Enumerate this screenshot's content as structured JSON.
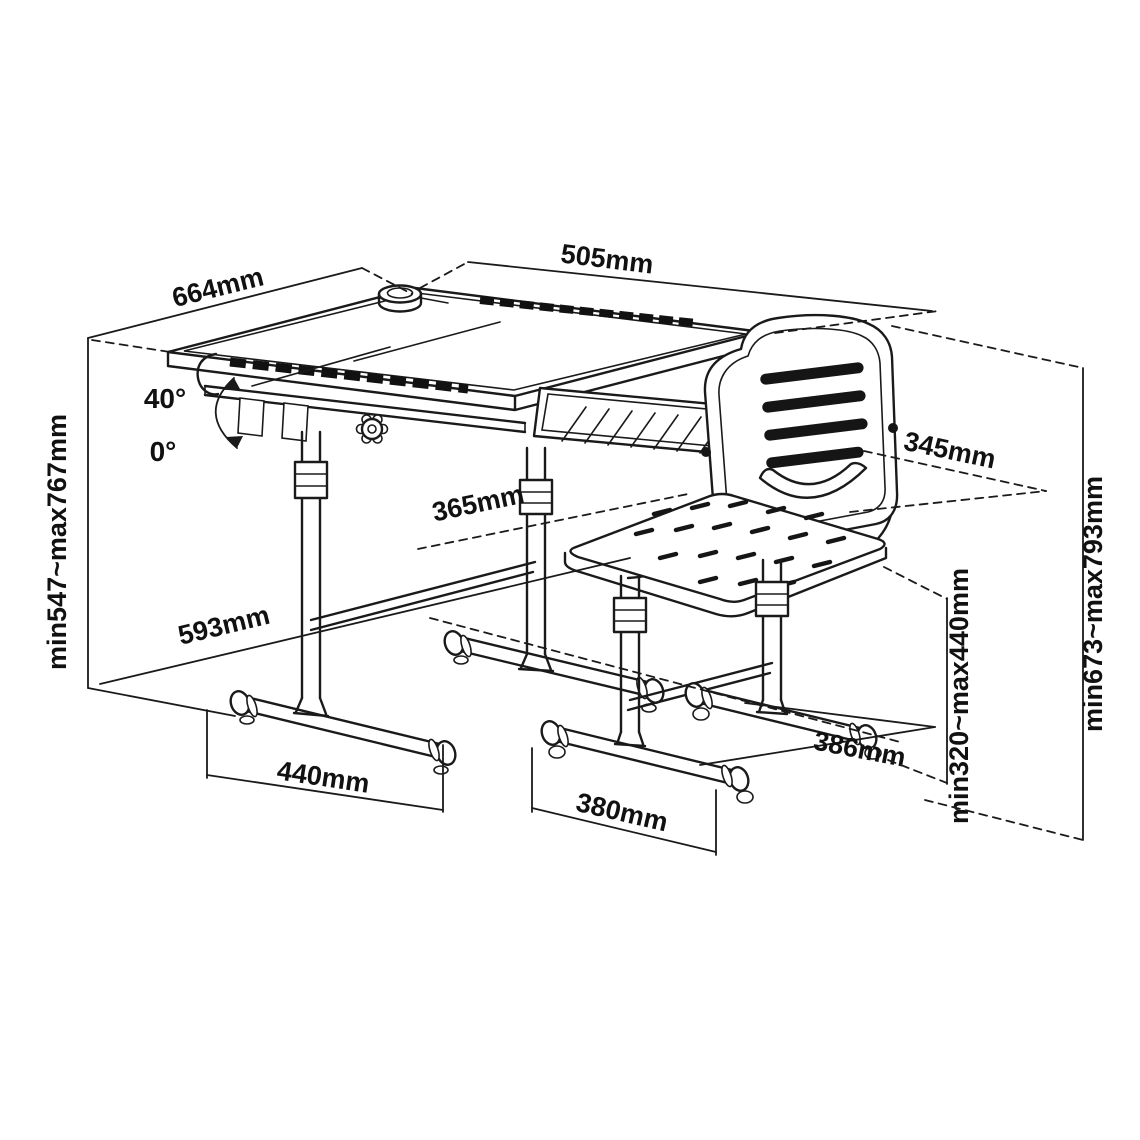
{
  "diagram": {
    "colors": {
      "line": "#1a1a1a",
      "background": "#ffffff",
      "label": "#111111"
    },
    "dims": {
      "desk_depth": "664mm",
      "desk_width": "505mm",
      "tilt_max": "40°",
      "tilt_min": "0°",
      "desk_height_range": "min547~max767mm",
      "seat_depth": "345mm",
      "knee_clearance": "365mm",
      "base_diagonal": "593mm",
      "desk_foot_length": "440mm",
      "chair_front_foot_length": "380mm",
      "chair_side_foot_length": "386mm",
      "seat_height_range": "min320~max440mm",
      "chair_height_range": "min673~max793mm"
    }
  }
}
